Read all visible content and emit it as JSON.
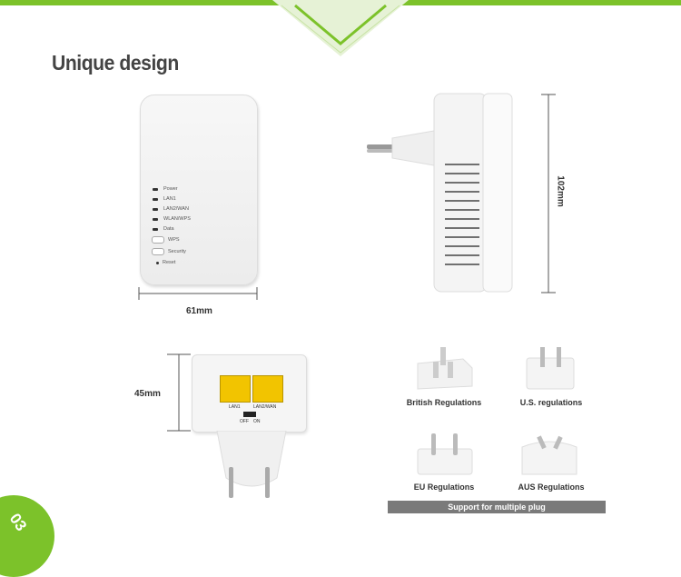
{
  "title": "Unique design",
  "front": {
    "leds": [
      "Power",
      "LAN1",
      "LAN2/WAN",
      "WLAN/WPS",
      "Data"
    ],
    "buttons": [
      "WPS",
      "Security"
    ],
    "reset": "Reset"
  },
  "dimensions": {
    "width": "61mm",
    "height": "102mm",
    "depth": "45mm"
  },
  "ports": {
    "lan1": "LAN1",
    "lan2": "LAN2/WAN",
    "switch_off": "OFF",
    "switch_on": "ON"
  },
  "plugs": [
    "British Regulations",
    "U.S. regulations",
    "EU Regulations",
    "AUS Regulations"
  ],
  "support": "Support for multiple plug",
  "badge": "03",
  "colors": {
    "accent": "#7cc22a",
    "port": "#f2c400",
    "bar": "#7a7a7a"
  }
}
